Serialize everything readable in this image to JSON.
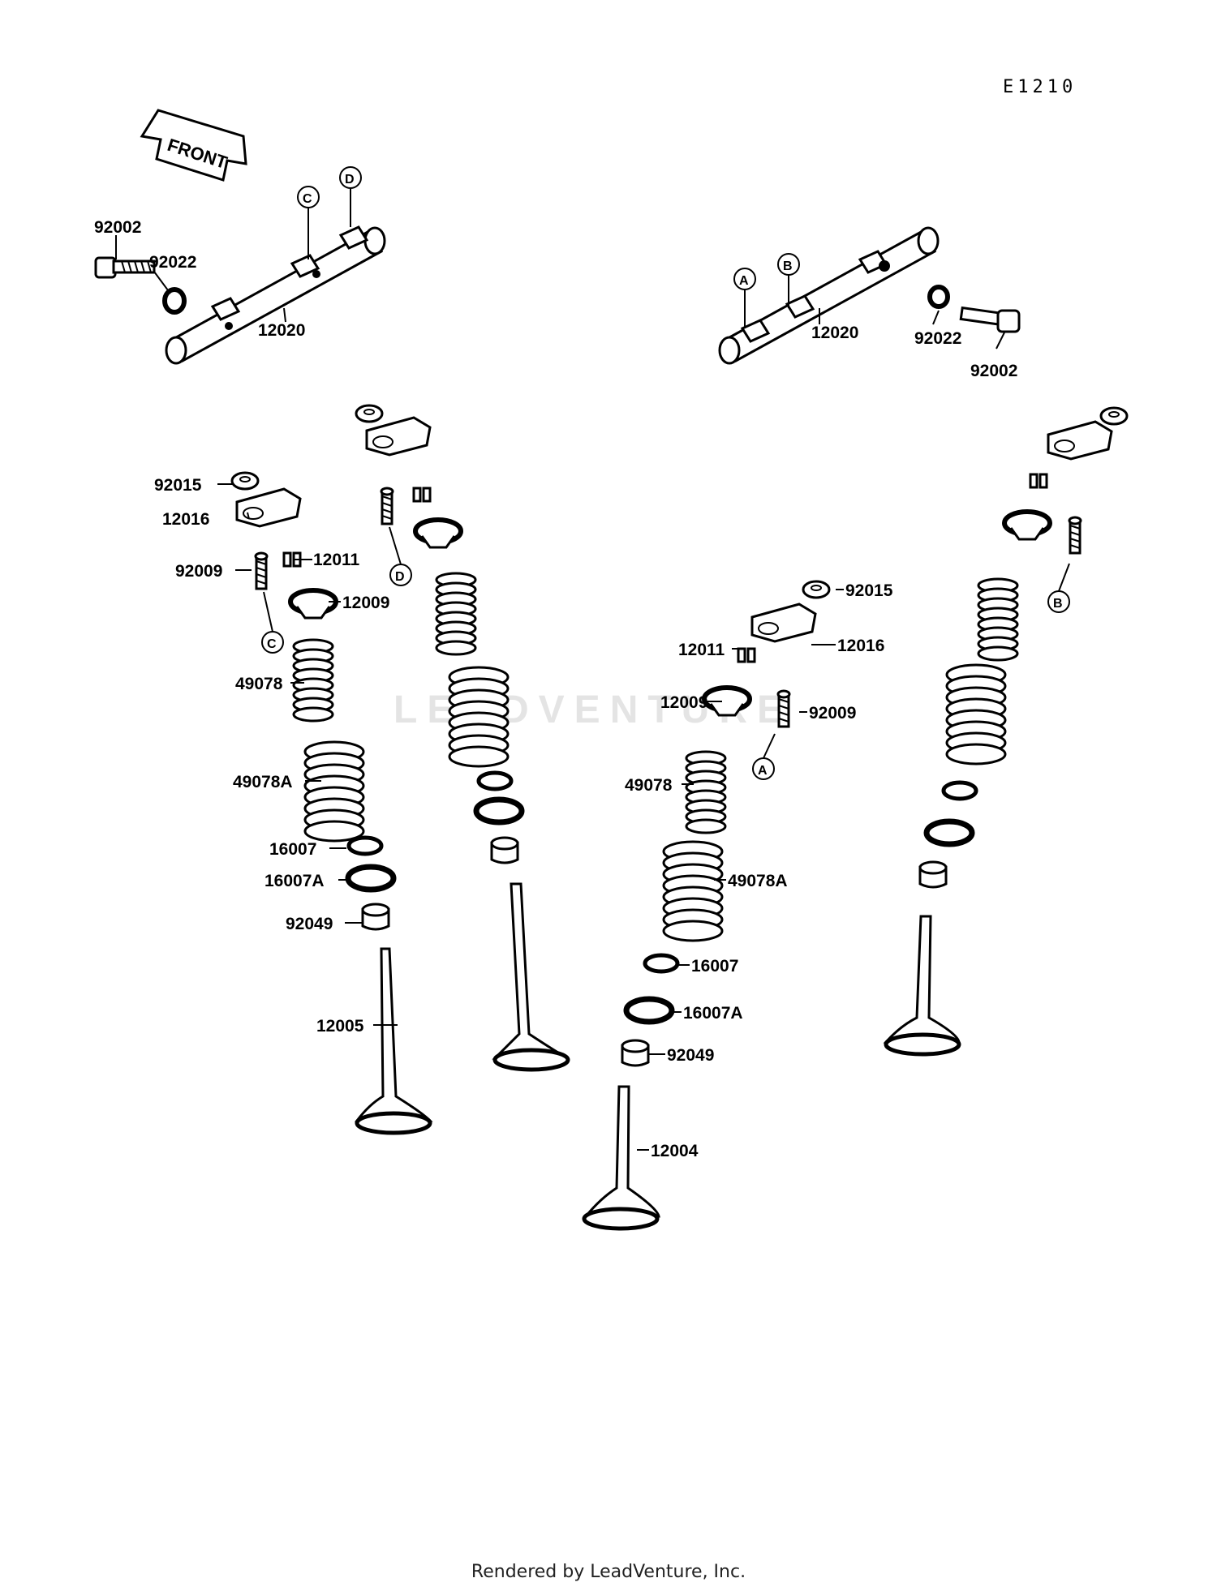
{
  "diagram_code": "E1210",
  "front_label": "FRONT",
  "watermark": "LEADVENTURE",
  "footer": "Rendered by LeadVenture, Inc.",
  "refs": {
    "a": "A",
    "b": "B",
    "c": "C",
    "d": "D"
  },
  "callouts": {
    "l_92002": "92002",
    "l_92022": "92022",
    "l_12020": "12020",
    "r_12020": "12020",
    "r_92022": "92022",
    "r_92002": "92002",
    "l_92015": "92015",
    "l_12016": "12016",
    "l_12011": "12011",
    "l_92009": "92009",
    "l_12009": "12009",
    "l_49078": "49078",
    "l_49078A": "49078A",
    "l_16007": "16007",
    "l_16007A": "16007A",
    "l_92049": "92049",
    "l_12005": "12005",
    "r_92015": "92015",
    "r_12016": "12016",
    "r_12011": "12011",
    "r_12009": "12009",
    "r_92009": "92009",
    "r_49078": "49078",
    "r_49078A": "49078A",
    "r_16007": "16007",
    "r_16007A": "16007A",
    "r_92049": "92049",
    "r_12004": "12004"
  }
}
